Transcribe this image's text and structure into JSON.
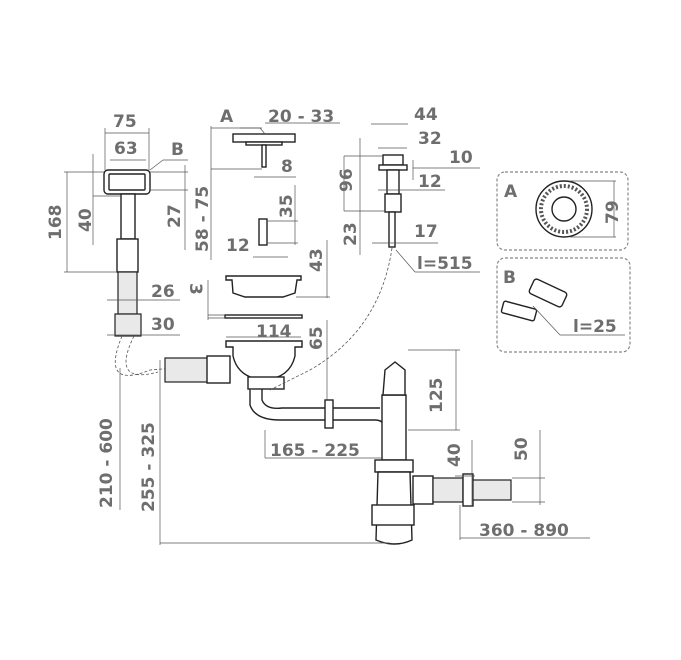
{
  "title_labels": {
    "part_a": "A",
    "part_b": "B"
  },
  "overflow": {
    "width_outer": "75",
    "width_inner": "63",
    "height_total": "168",
    "height_head": "40",
    "head_label": "B",
    "hose_dia": "26",
    "outlet_dia": "30"
  },
  "plug": {
    "label": "A",
    "range": "20 - 33",
    "stem_dia": "8",
    "height_range": "58 - 75",
    "height_small": "27",
    "screw_len": "35",
    "screw_dia": "12",
    "basket_h": "43",
    "gasket": "3",
    "basket_dia": "114",
    "body_h": "65"
  },
  "button": {
    "outer": "44",
    "inner": "32",
    "cap": "10",
    "thread": "12",
    "height": "96",
    "lower": "23",
    "body_dia": "17",
    "cable": "l=515"
  },
  "detail_a": {
    "label": "A",
    "dia": "79"
  },
  "detail_b": {
    "label": "B",
    "screw": "l=25"
  },
  "siphon": {
    "trap_h": "125",
    "horiz": "165 - 225",
    "outlet_h": "40",
    "outlet_dia": "50",
    "outlet_len": "360 - 890",
    "overflow_range": "210 - 600",
    "total_h": "255 - 325"
  }
}
